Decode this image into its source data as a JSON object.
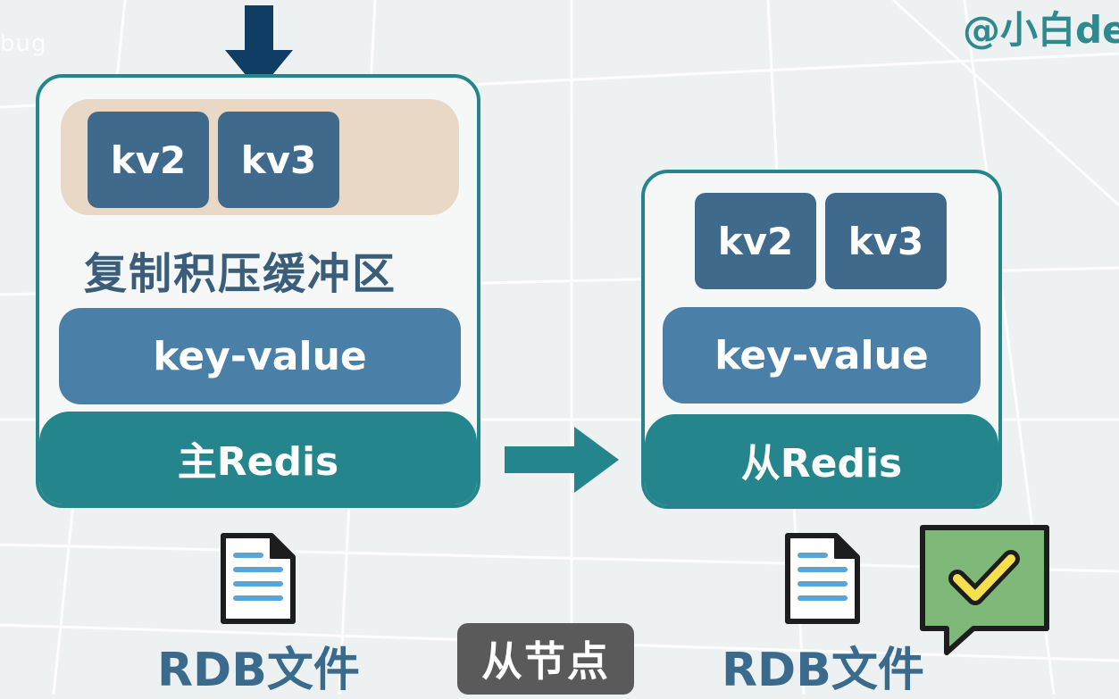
{
  "watermark": {
    "left_text": "bug",
    "right_text": "@小白de"
  },
  "master": {
    "buffer_label": "复制积压缓冲区",
    "buffer_items": [
      "kv2",
      "kv3"
    ],
    "data_label": "key-value",
    "title": "主Redis",
    "rdb_label": "RDB文件"
  },
  "slave": {
    "items": [
      "kv2",
      "kv3"
    ],
    "data_label": "key-value",
    "title": "从Redis",
    "rdb_label": "RDB文件"
  },
  "node_tag": "从节点",
  "icons": {
    "incoming": "down-arrow-icon",
    "transfer": "right-arrow-icon",
    "file": "document-icon",
    "success": "checkmark-speech-bubble-icon"
  },
  "colors": {
    "teal": "#24868c",
    "chip": "#3f6a8c",
    "bar": "#4a7fa8",
    "buffer": "#e9d8c6",
    "navy_arrow": "#0f3d63",
    "check_bubble": "#7fb97a",
    "check_mark": "#f4e04d"
  }
}
